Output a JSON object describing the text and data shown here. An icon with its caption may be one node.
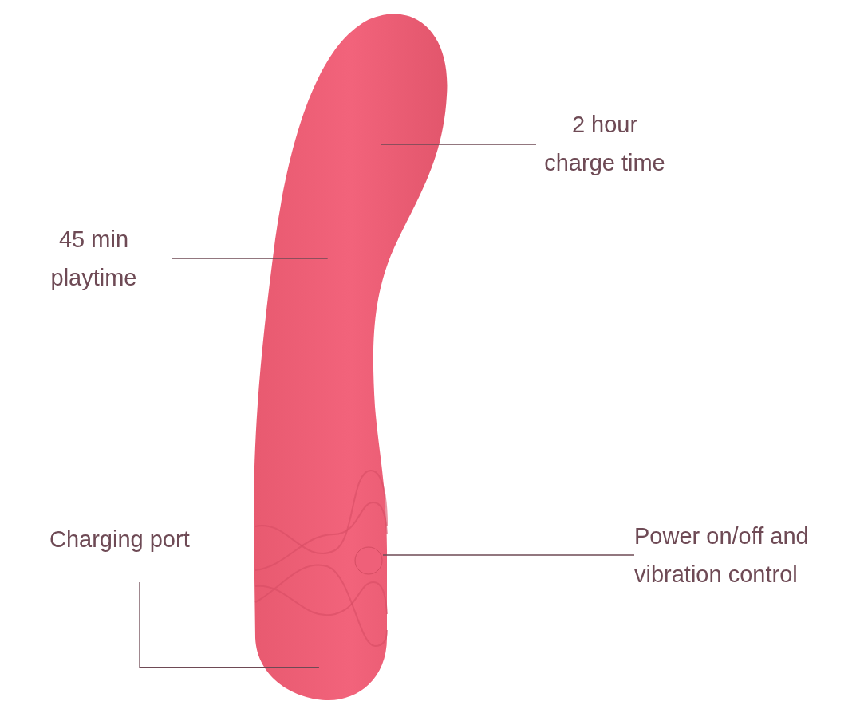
{
  "diagram": {
    "nodes": [
      {
        "text": [
          "2 hour charge time"
        ]
      },
      {
        "text": [
          "45 min playtime"
        ]
      },
      {
        "text": [
          "Charging port"
        ]
      },
      {
        "text": [
          "Power on/off and vibration control"
        ]
      },
      {
        "text": [],
        "shape": "picture"
      },
      {
        "text": [],
        "shape": "circle",
        "in": 4
      }
    ],
    "edges": [
      {
        "from": 0,
        "to": 4,
        "arrow": "none"
      },
      {
        "from": 1,
        "to": 4,
        "arrow": "none"
      },
      {
        "from": 2,
        "to": 4,
        "arrow": "none"
      },
      {
        "from": 3,
        "to": 5,
        "arrow": "none"
      }
    ]
  }
}
